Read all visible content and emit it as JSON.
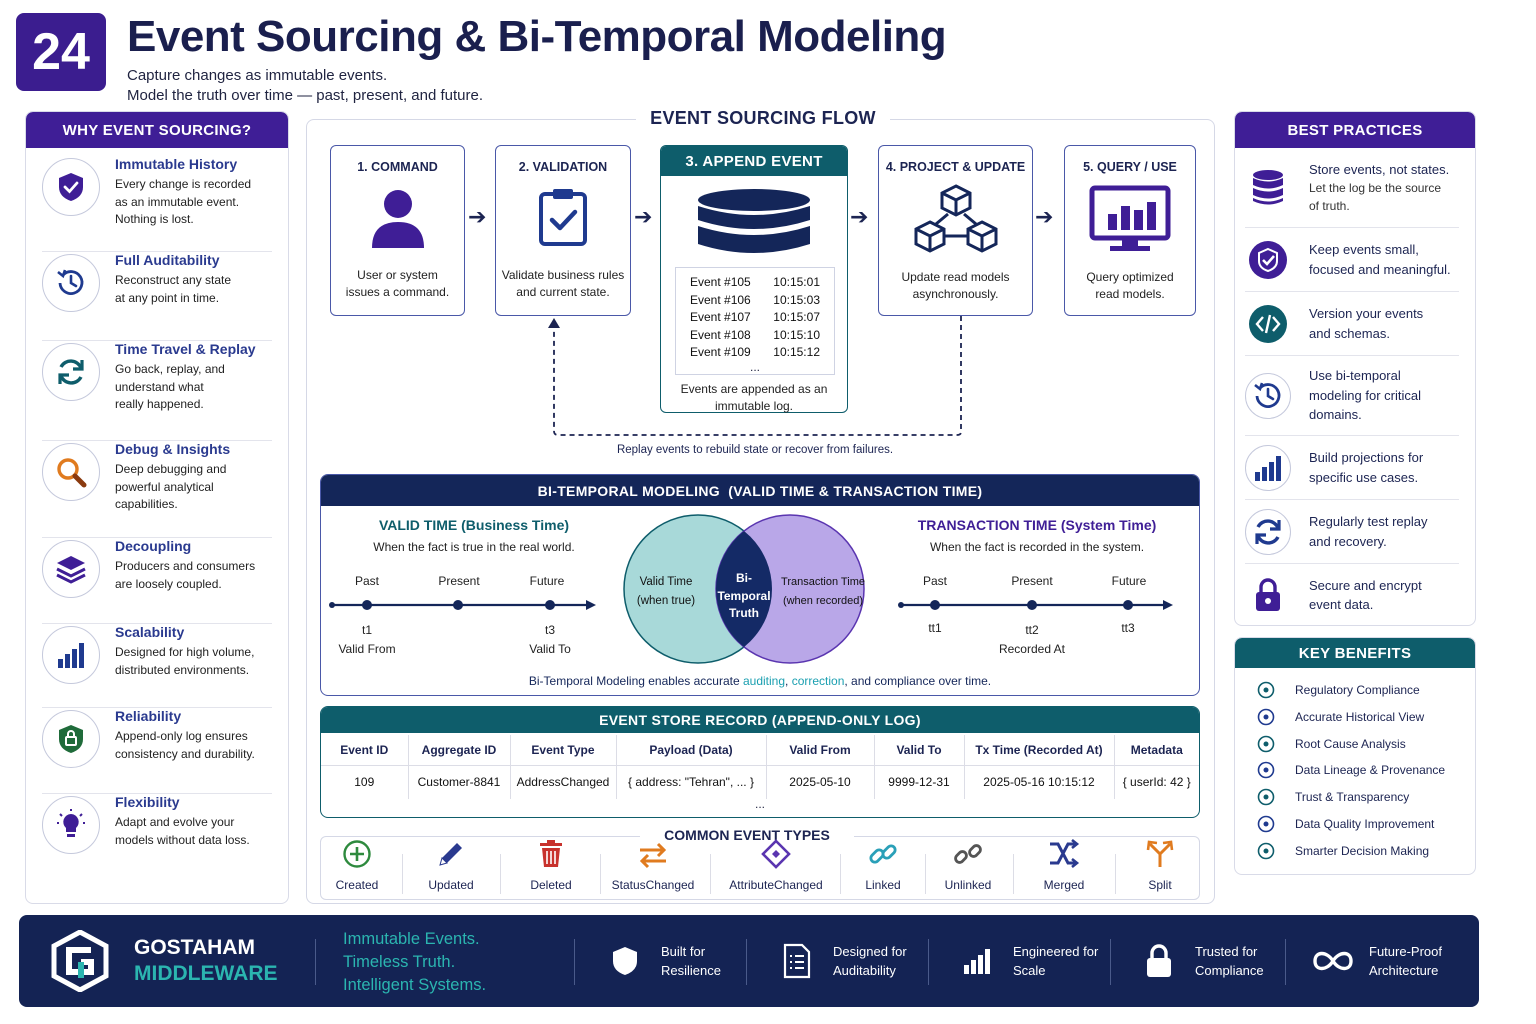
{
  "header": {
    "number": "24",
    "title": "Event Sourcing & Bi-Temporal Modeling",
    "subtitle_1": "Capture changes as immutable events.",
    "subtitle_2": "Model the truth over time — past, present, and future."
  },
  "why": {
    "heading": "WHY EVENT SOURCING?",
    "items": [
      {
        "icon": "shield-check-icon",
        "title": "Immutable History",
        "desc": [
          "Every change is recorded",
          "as an immutable event.",
          "Nothing is lost."
        ]
      },
      {
        "icon": "clock-history-icon",
        "title": "Full Auditability",
        "desc": [
          "Reconstruct any state",
          "at any point in time."
        ]
      },
      {
        "icon": "refresh-icon",
        "title": "Time Travel & Replay",
        "desc": [
          "Go back, replay, and",
          "understand what",
          "really happened."
        ]
      },
      {
        "icon": "magnifier-icon",
        "title": "Debug & Insights",
        "desc": [
          "Deep debugging and",
          "powerful analytical",
          "capabilities."
        ]
      },
      {
        "icon": "layers-icon",
        "title": "Decoupling",
        "desc": [
          "Producers and consumers",
          "are loosely coupled."
        ]
      },
      {
        "icon": "bar-chart-icon",
        "title": "Scalability",
        "desc": [
          "Designed for high volume,",
          "distributed environments."
        ]
      },
      {
        "icon": "shield-lock-icon",
        "title": "Reliability",
        "desc": [
          "Append-only log ensures",
          "consistency and durability."
        ]
      },
      {
        "icon": "lightbulb-icon",
        "title": "Flexibility",
        "desc": [
          "Adapt and evolve your",
          "models without data loss."
        ]
      }
    ]
  },
  "flow": {
    "heading": "EVENT SOURCING FLOW",
    "steps": [
      {
        "title": "1. COMMAND",
        "desc": [
          "User or system",
          "issues a command."
        ]
      },
      {
        "title": "2. VALIDATION",
        "desc": [
          "Validate business rules",
          "and current state."
        ]
      },
      {
        "title": "3. APPEND EVENT",
        "desc": [
          "Events are appended as an",
          "immutable log."
        ]
      },
      {
        "title": "4. PROJECT & UPDATE",
        "desc": [
          "Update read models",
          "asynchronously."
        ]
      },
      {
        "title": "5. QUERY / USE",
        "desc": [
          "Query optimized",
          "read models."
        ]
      }
    ],
    "events": [
      {
        "id": "Event #105",
        "time": "10:15:01"
      },
      {
        "id": "Event #106",
        "time": "10:15:03"
      },
      {
        "id": "Event #107",
        "time": "10:15:07"
      },
      {
        "id": "Event #108",
        "time": "10:15:10"
      },
      {
        "id": "Event #109",
        "time": "10:15:12"
      }
    ],
    "ellipsis": "...",
    "replay": "Replay events to rebuild state or recover from failures."
  },
  "bitemporal": {
    "heading": "BI-TEMPORAL MODELING  (VALID TIME & TRANSACTION TIME)",
    "valid": {
      "title": "VALID TIME (Business Time)",
      "desc": "When the fact is true in the real world.",
      "past": "Past",
      "present": "Present",
      "future": "Future",
      "t1": "t1",
      "t1_label": "Valid From",
      "t3": "t3",
      "t3_label": "Valid To"
    },
    "tx": {
      "title": "TRANSACTION TIME (System Time)",
      "desc": "When the fact is recorded in the system.",
      "past": "Past",
      "present": "Present",
      "future": "Future",
      "tt1": "tt1",
      "tt2": "tt2",
      "tt2_label": "Recorded At",
      "tt3": "tt3"
    },
    "venn": {
      "left_1": "Valid Time",
      "left_2": "(when true)",
      "mid_1": "Bi-",
      "mid_2": "Temporal",
      "mid_3": "Truth",
      "right_1": "Transaction Time",
      "right_2": "(when recorded)"
    },
    "footer_1": "Bi-Temporal Modeling enables accurate ",
    "footer_hl_1": "auditing",
    ", ": ", ",
    "footer_hl_2": "correction",
    ", and ": ", and ",
    "footer_2": "compliance over time."
  },
  "store": {
    "heading": "EVENT STORE RECORD (APPEND-ONLY LOG)",
    "columns": [
      "Event ID",
      "Aggregate ID",
      "Event Type",
      "Payload (Data)",
      "Valid From",
      "Valid To",
      "Tx Time (Recorded At)",
      "Metadata"
    ],
    "row": [
      "109",
      "Customer-8841",
      "AddressChanged",
      "{ address: \"Tehran\", ... }",
      "2025-05-10",
      "9999-12-31",
      "2025-05-16 10:15:12",
      "{ userId: 42 }"
    ],
    "ellipsis": "..."
  },
  "types": {
    "heading": "COMMON EVENT TYPES",
    "items": [
      {
        "label": "Created",
        "icon": "plus-circle-icon",
        "color": "#2e8a3e"
      },
      {
        "label": "Updated",
        "icon": "pencil-icon",
        "color": "#2a3a8f"
      },
      {
        "label": "Deleted",
        "icon": "trash-icon",
        "color": "#c8322d"
      },
      {
        "label": "StatusChanged",
        "icon": "swap-arrows-icon",
        "color": "#e07b1f"
      },
      {
        "label": "AttributeChanged",
        "icon": "tag-diamond-icon",
        "color": "#5a35b0"
      },
      {
        "label": "Linked",
        "icon": "link-icon",
        "color": "#2aa0b8"
      },
      {
        "label": "Unlinked",
        "icon": "broken-link-icon",
        "color": "#555"
      },
      {
        "label": "Merged",
        "icon": "merge-icon",
        "color": "#2a3a8f"
      },
      {
        "label": "Split",
        "icon": "split-icon",
        "color": "#e07b1f"
      }
    ]
  },
  "best": {
    "heading": "BEST PRACTICES",
    "items": [
      {
        "icon": "database-icon",
        "lines": [
          "Store events, not states."
        ],
        "sub": [
          "Let the log be the source",
          "of truth."
        ]
      },
      {
        "icon": "badge-check-icon",
        "lines": [
          "Keep events small,",
          "focused and meaningful."
        ],
        "sub": []
      },
      {
        "icon": "code-icon",
        "lines": [
          "Version your events",
          "and schemas."
        ],
        "sub": []
      },
      {
        "icon": "clock-history-icon",
        "lines": [
          "Use bi-temporal",
          "modeling for critical",
          "domains."
        ],
        "sub": []
      },
      {
        "icon": "bar-chart-icon",
        "lines": [
          "Build projections for",
          "specific use cases."
        ],
        "sub": []
      },
      {
        "icon": "refresh-icon",
        "lines": [
          "Regularly test replay",
          "and recovery."
        ],
        "sub": []
      },
      {
        "icon": "lock-icon",
        "lines": [
          "Secure and encrypt",
          "event data."
        ],
        "sub": []
      }
    ]
  },
  "benefits": {
    "heading": "KEY BENEFITS",
    "items": [
      "Regulatory Compliance",
      "Accurate Historical View",
      "Root Cause Analysis",
      "Data Lineage & Provenance",
      "Trust & Transparency",
      "Data Quality Improvement",
      "Smarter Decision Making"
    ]
  },
  "footer": {
    "brand_1": "GOSTAHAM",
    "brand_2": "MIDDLEWARE",
    "tagline": [
      "Immutable Events.",
      "Timeless Truth.",
      "Intelligent Systems."
    ],
    "items": [
      {
        "icon": "shield-check-icon",
        "l1": "Built for",
        "l2": "Resilience"
      },
      {
        "icon": "document-list-icon",
        "l1": "Designed for",
        "l2": "Auditability"
      },
      {
        "icon": "bar-chart-icon",
        "l1": "Engineered for",
        "l2": "Scale"
      },
      {
        "icon": "lock-icon",
        "l1": "Trusted for",
        "l2": "Compliance"
      },
      {
        "icon": "infinity-icon",
        "l1": "Future-Proof",
        "l2": "Architecture"
      }
    ]
  },
  "colors": {
    "purple": "#3f1e96",
    "teal": "#0e5d6b",
    "navy": "#142659",
    "accent_teal": "#2bb5b0"
  }
}
